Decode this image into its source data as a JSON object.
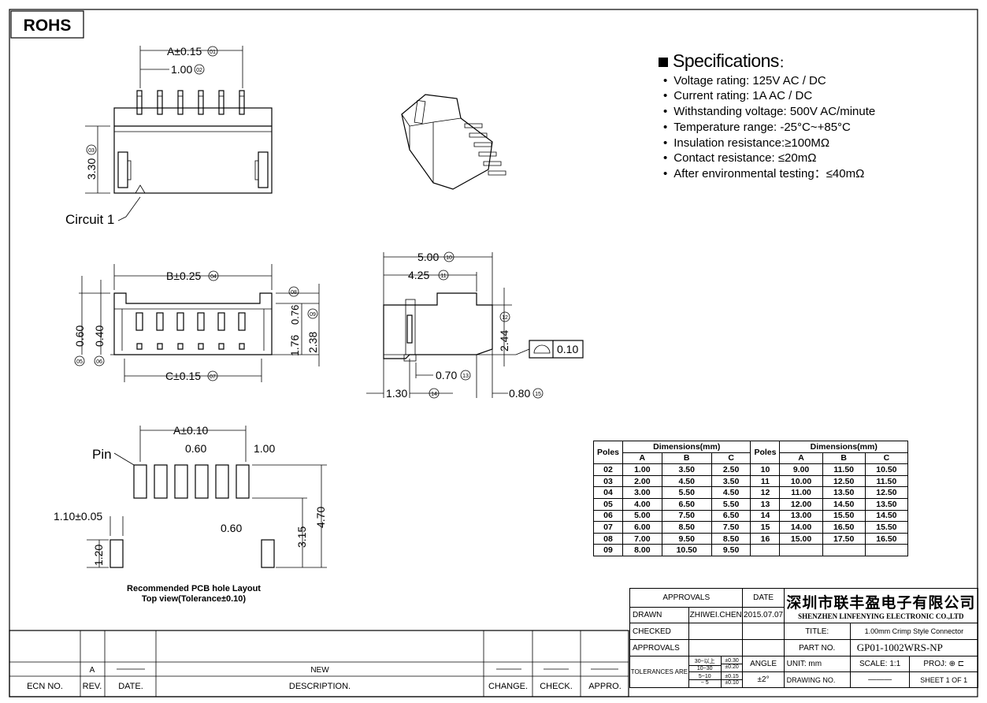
{
  "badge": "ROHS",
  "specs": {
    "title": "Specifications",
    "title_suffix": "：",
    "items": [
      "Voltage rating:  125V AC / DC",
      "Current rating:  1A  AC / DC",
      "Withstanding voltage: 500V AC/minute",
      "Temperature range: -25°C~+85°C",
      "Insulation resistance:≥100MΩ",
      "Contact resistance: ≤20mΩ",
      "After environmental testing：≤40mΩ"
    ]
  },
  "dims": {
    "a015": "A±0.15",
    "n01": "01",
    "d100": "1.00",
    "n02": "02",
    "d330": "3.30",
    "n03": "03",
    "circuit1": "Circuit 1",
    "b025": "B±0.25",
    "n04": "04",
    "d060": "0.60",
    "n05": "05",
    "d040": "0.40",
    "n06": "06",
    "c015": "C±0.15",
    "n07": "07",
    "d076": "0.76",
    "n08": "08",
    "d176": "1.76",
    "d238": "2.38",
    "n09": "09",
    "d500": "5.00",
    "n10": "10",
    "d425": "4.25",
    "n11": "11",
    "d244": "2.44",
    "n12": "12",
    "flat": "0.10",
    "d070": "0.70",
    "n13": "13",
    "d130": "1.30",
    "n14": "14",
    "d080": "0.80",
    "n15": "15",
    "a010": "A±0.10",
    "pin": "Pin",
    "p060": "0.60",
    "p100": "1.00",
    "p110": "1.10±0.05",
    "p120": "1.20",
    "p060b": "0.60",
    "p315": "3.15",
    "p470": "4.70",
    "pcb_caption1": "Recommended PCB hole Layout",
    "pcb_caption2": "Top view(Tolerance±0.10)"
  },
  "table": {
    "poles_header": "Poles",
    "dim_header": "Dimensions(mm)",
    "cols": [
      "A",
      "B",
      "C"
    ],
    "left": [
      [
        "02",
        "1.00",
        "3.50",
        "2.50"
      ],
      [
        "03",
        "2.00",
        "4.50",
        "3.50"
      ],
      [
        "04",
        "3.00",
        "5.50",
        "4.50"
      ],
      [
        "05",
        "4.00",
        "6.50",
        "5.50"
      ],
      [
        "06",
        "5.00",
        "7.50",
        "6.50"
      ],
      [
        "07",
        "6.00",
        "8.50",
        "7.50"
      ],
      [
        "08",
        "7.00",
        "9.50",
        "8.50"
      ],
      [
        "09",
        "8.00",
        "10.50",
        "9.50"
      ]
    ],
    "right": [
      [
        "10",
        "9.00",
        "11.50",
        "10.50"
      ],
      [
        "11",
        "10.00",
        "12.50",
        "11.50"
      ],
      [
        "12",
        "11.00",
        "13.50",
        "12.50"
      ],
      [
        "13",
        "12.00",
        "14.50",
        "13.50"
      ],
      [
        "14",
        "13.00",
        "15.50",
        "14.50"
      ],
      [
        "15",
        "14.00",
        "16.50",
        "15.50"
      ],
      [
        "16",
        "15.00",
        "17.50",
        "16.50"
      ],
      [
        "",
        "",
        "",
        ""
      ]
    ]
  },
  "titleblock": {
    "approvals_h": "APPROVALS",
    "date_h": "DATE",
    "drawn": "DRAWN",
    "drawn_by": "ZHIWEI.CHEN",
    "drawn_date": "2015.07.07",
    "checked": "CHECKED",
    "approvals": "APPROVALS",
    "tolerances": "TOLERANCES ARE",
    "tol_ranges": [
      "30~以上",
      "10~30",
      "5~10",
      "~ 5"
    ],
    "tol_values": [
      "±0.30",
      "±0.20",
      "±0.15",
      "±0.10"
    ],
    "angle": "ANGLE",
    "angle_val": "±2°",
    "company_cn": "深圳市联丰盈电子有限公司",
    "company_en": "SHENZHEN LINFENYING ELECTRONIC CO.,LTD",
    "title_l": "TITLE:",
    "title_v": "1.00mm Crimp Style Connector",
    "part_l": "PART NO.",
    "part_v": "GP01-1002WRS-NP",
    "unit": "UNIT:  mm",
    "scale": "SCALE:   1:1",
    "proj": "PROJ:",
    "drawing_no": "DRAWING NO.",
    "sheet": "SHEET   1  OF  1"
  },
  "revblock": {
    "rev": "A",
    "desc": "NEW",
    "headers": [
      "ECN NO.",
      "REV.",
      "DATE.",
      "DESCRIPTION.",
      "CHANGE.",
      "CHECK.",
      "APPRO."
    ]
  }
}
